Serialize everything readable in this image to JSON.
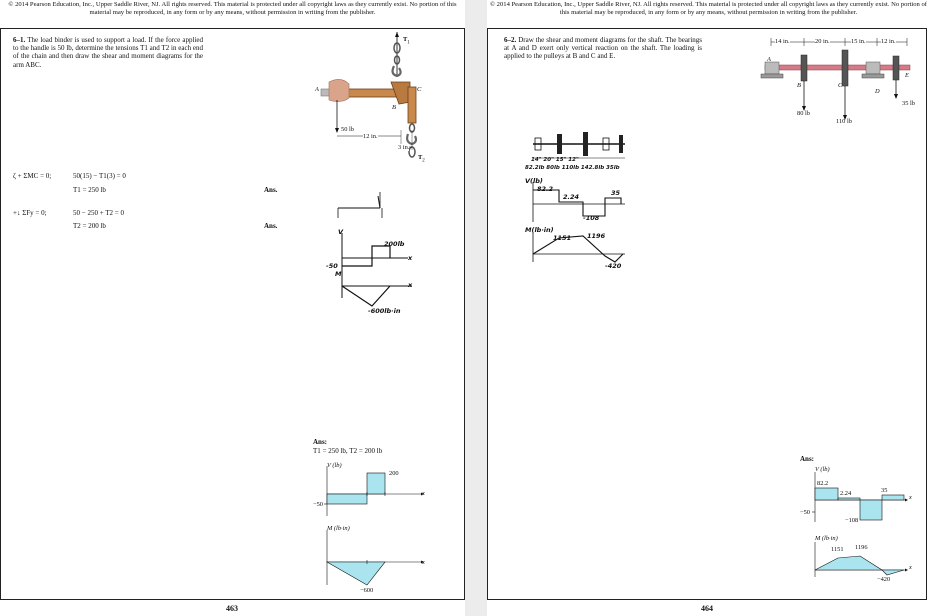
{
  "left": {
    "copyright": "© 2014 Pearson Education, Inc., Upper Saddle River, NJ. All rights reserved. This material is protected under all copyright laws as they currently exist. No portion of this material may be reproduced, in any form or by any means, without permission in writing from the publisher.",
    "problem_number": "6–1.",
    "problem_text": "The load binder is used to support a load. If the force applied to the handle is 50 lb, determine the tensions T1 and T2 in each end of the chain and then draw the shear and moment diagrams for the arm ABC.",
    "figure": {
      "T1": "T",
      "T1_sub": "1",
      "T2": "T",
      "T2_sub": "2",
      "A": "A",
      "B": "B",
      "C": "C",
      "force": "50 lb",
      "dim_12": "12 in.",
      "dim_3": "3 in."
    },
    "eq1_left": "ζ + ΣMC = 0;",
    "eq1_right": "50(15) − T1(3) = 0",
    "eq1_result": "T1 = 250 lb",
    "eq2_left": "+↓ ΣFy = 0;",
    "eq2_right": "50 − 250 + T2 = 0",
    "eq2_result": "T2 = 200 lb",
    "ans_label": "Ans.",
    "hand": {
      "V": "V",
      "top": "200lb",
      "neg": "-50",
      "x1": "x",
      "M": "M",
      "x2": "x",
      "mmin": "-600lb·in"
    },
    "answer_title": "Ans:",
    "answer_line": "T1 = 250 lb, T2 = 200 lb",
    "v_label": "V (lb)",
    "v_top": "200",
    "v_neg": "−50",
    "x": "x",
    "m_label": "M (lb·in)",
    "m_min": "−600",
    "page_number": "463"
  },
  "right": {
    "copyright": "© 2014 Pearson Education, Inc., Upper Saddle River, NJ. All rights reserved. This material is protected under all copyright laws as they currently exist. No portion of this material may be reproduced, in any form or by any means, without permission in writing from the publisher.",
    "problem_number": "6–2.",
    "problem_text": "Draw the shear and moment diagrams for the shaft. The bearings at A and D exert only vertical reaction on the shaft. The loading is applied to the pulleys at B and C and E.",
    "figure": {
      "d1": "14 in.",
      "d2": "20 in.",
      "d3": "15 in.",
      "d4": "12 in.",
      "A": "A",
      "B": "B",
      "C": "C",
      "D": "D",
      "E": "E",
      "f1": "80 lb",
      "f2": "110 lb",
      "f3": "35 lb"
    },
    "hand": {
      "dims": "14\"  20\"  15\"  12\"",
      "forces": "82.2lb  80lb  110lb  142.8lb  35lb",
      "V": "V(lb)",
      "v1": "82.2",
      "v2": "2.24",
      "v3": "35",
      "v4": "-108",
      "M": "M(lb·in)",
      "m1": "1151",
      "m2": "1196",
      "m3": "-420"
    },
    "answer_title": "Ans:",
    "v_label": "V (lb)",
    "v1": "82.2",
    "v2": "2.24",
    "v3": "35",
    "v_neg1": "−50",
    "v_neg2": "−108",
    "x": "x",
    "m_label": "M (lb·in)",
    "m1": "1151",
    "m2": "1196",
    "m3": "−420",
    "page_number": "464"
  }
}
